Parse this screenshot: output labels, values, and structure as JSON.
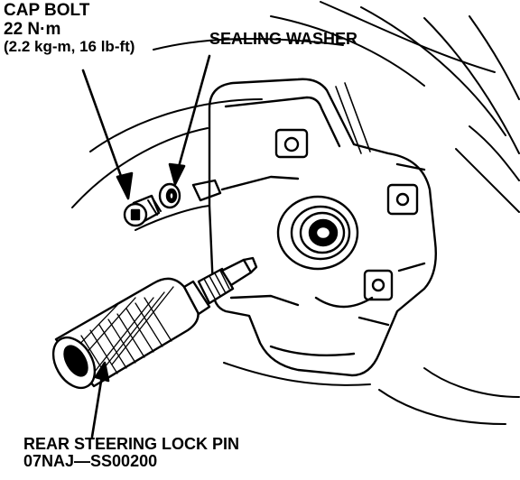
{
  "labels": {
    "cap_bolt": {
      "name": "CAP BOLT",
      "torque_nm": "22 N·m",
      "torque_alt": "(2.2 kg-m, 16 lb-ft)"
    },
    "sealing_washer": "SEALING WASHER",
    "lock_pin": {
      "name": "REAR STEERING LOCK PIN",
      "part_number": "07NAJ—SS00200"
    }
  },
  "colors": {
    "ink": "#000000",
    "paper": "#ffffff"
  }
}
